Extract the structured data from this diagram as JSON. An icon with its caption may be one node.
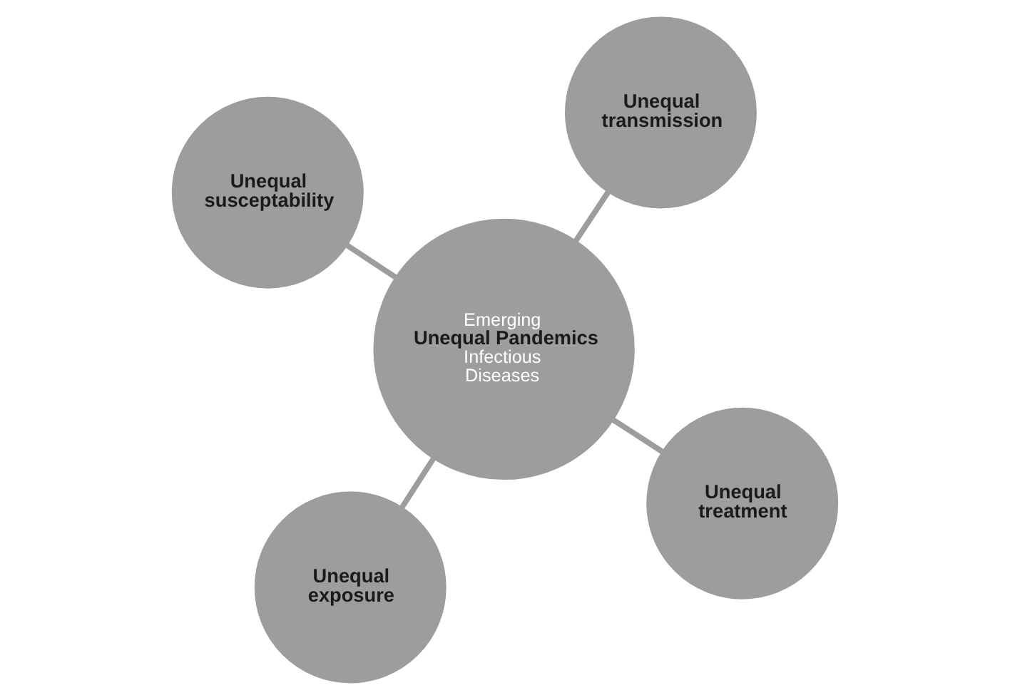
{
  "diagram": {
    "nodes": [
      {
        "text": [
          "Emerging",
          "Unequal Pandemics",
          "Infectious",
          "Diseases"
        ]
      },
      {
        "text": [
          "Unequal treatment"
        ]
      },
      {
        "text": [
          "Unequal exposure"
        ]
      },
      {
        "text": [
          "Unequal susceptability"
        ]
      },
      {
        "text": [
          "Unequal transmission"
        ]
      }
    ],
    "edges": [
      {
        "from": 0,
        "to": 1,
        "arrow": "none"
      },
      {
        "from": 0,
        "to": 2,
        "arrow": "none"
      },
      {
        "from": 0,
        "to": 3,
        "arrow": "none"
      },
      {
        "from": 0,
        "to": 4,
        "arrow": "none"
      }
    ]
  }
}
